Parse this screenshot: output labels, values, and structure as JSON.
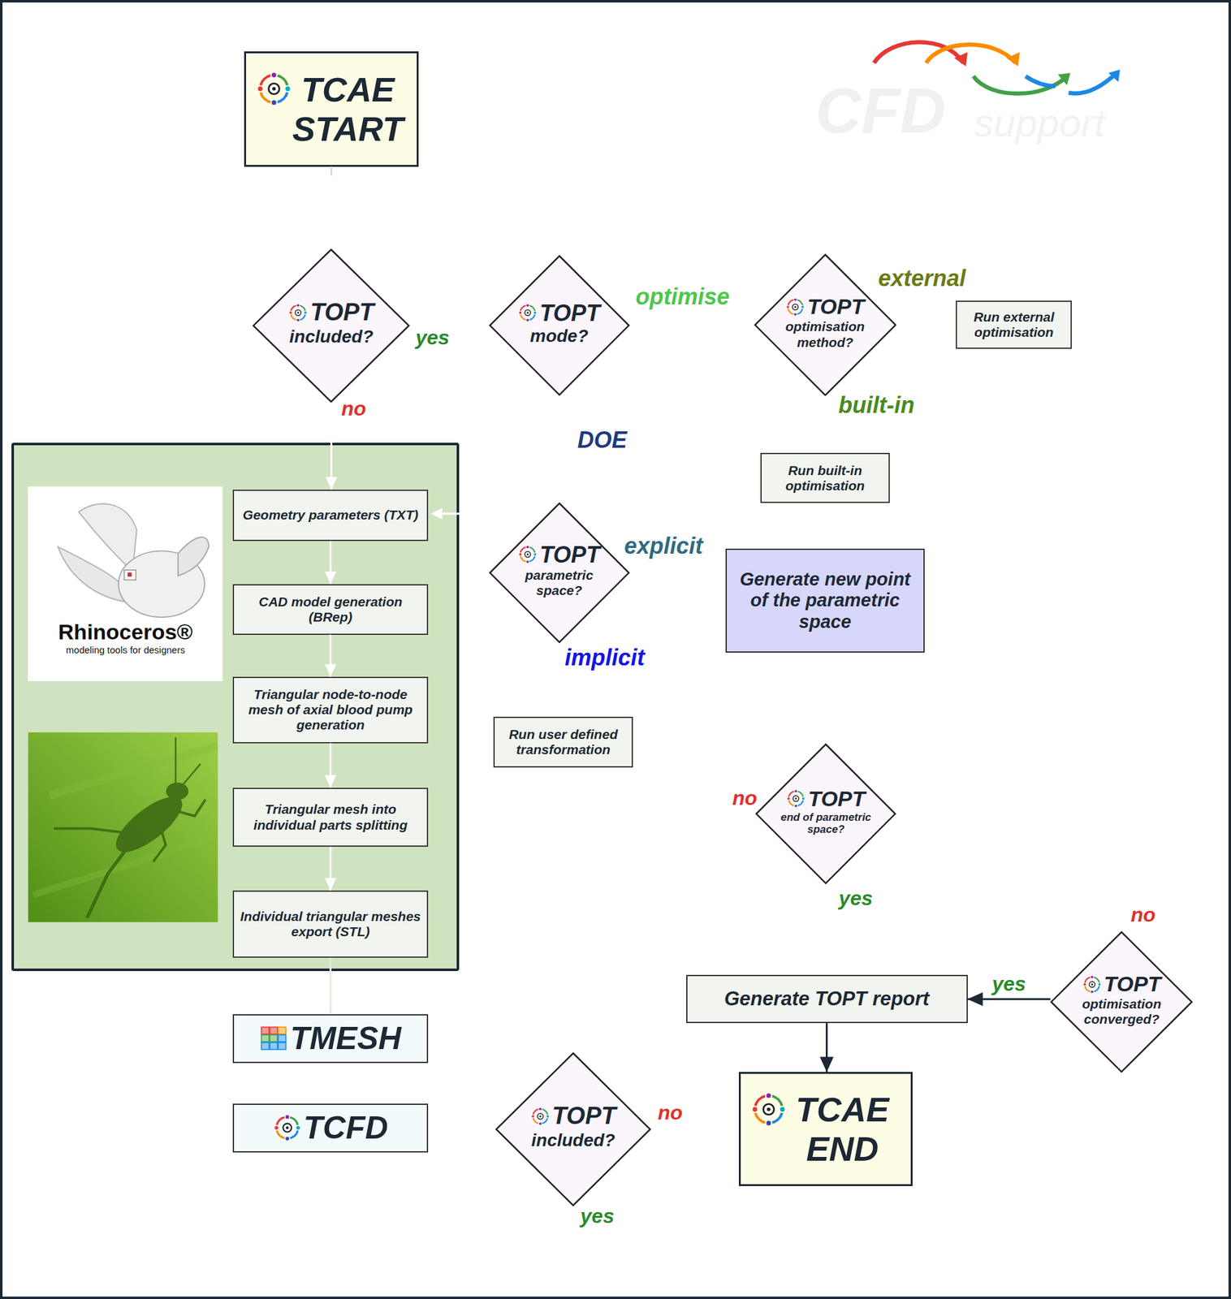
{
  "diagram": {
    "nodes": [
      {
        "text": [
          "TCAE START"
        ]
      },
      {
        "text": [
          "TOPT",
          "included?"
        ]
      },
      {
        "text": [
          "TOPT",
          "mode?"
        ]
      },
      {
        "text": [
          "TOPT",
          "optimisation method?"
        ]
      },
      {
        "text": [
          "Run external optimisation"
        ]
      },
      {
        "text": []
      },
      {
        "text": [
          "Rhinoceros®",
          "modeling tools for designers"
        ],
        "in": 5
      },
      {
        "text": [
          "Geometry parameters (TXT)"
        ],
        "in": 5
      },
      {
        "text": [
          "CAD model generation (BRep)"
        ],
        "in": 5
      },
      {
        "text": [
          "Triangular node-to-node mesh of axial blood pump generation"
        ],
        "in": 5
      },
      {
        "text": [
          "Triangular mesh into individual parts splitting"
        ],
        "in": 5
      },
      {
        "text": [
          "Individual triangular meshes export (STL)"
        ],
        "in": 5
      },
      {
        "text": [
          "Run built-in optimisation"
        ]
      },
      {
        "text": [
          "TOPT",
          "parametric space?"
        ]
      },
      {
        "text": [
          "Generate new point of the parametric space"
        ]
      },
      {
        "text": [
          "Run user defined transformation"
        ]
      },
      {
        "text": [
          "TOPT",
          "end of parametric space?"
        ]
      },
      {
        "text": [
          "TMESH"
        ]
      },
      {
        "text": [
          "Generate TOPT report"
        ]
      },
      {
        "text": [
          "TOPT",
          "optimisation converged?"
        ]
      },
      {
        "text": [
          "TCAE END"
        ]
      },
      {
        "text": [
          "TCFD"
        ]
      },
      {
        "text": [
          "TOPT",
          "included?"
        ]
      }
    ],
    "edges": [
      {
        "from": 1,
        "to": 7,
        "arrow": "to"
      },
      {
        "from": 7,
        "to": 8,
        "arrow": "to"
      },
      {
        "from": 8,
        "to": 9,
        "arrow": "to"
      },
      {
        "from": 9,
        "to": 10,
        "arrow": "to"
      },
      {
        "from": 10,
        "to": 11,
        "arrow": "to"
      },
      {
        "from": 11,
        "to": 17,
        "arrow": "none"
      },
      {
        "from": 19,
        "to": 18,
        "label": "yes",
        "arrow": "to"
      },
      {
        "from": 18,
        "to": 20,
        "arrow": "to"
      }
    ],
    "labels": [
      "CFD",
      "support",
      "external",
      "optimise",
      "yes",
      "no",
      "built-in",
      "DOE",
      "explicit",
      "implicit",
      "no",
      "yes",
      "no",
      "no",
      "yes"
    ]
  }
}
